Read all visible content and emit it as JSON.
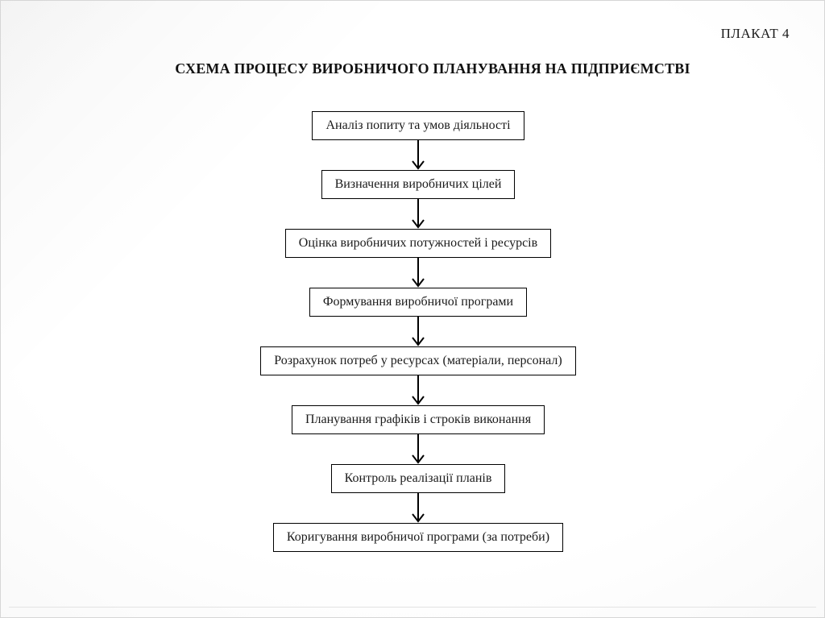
{
  "slide": {
    "corner_label": "ПЛАКАТ 4",
    "title": "СХЕМА ПРОЦЕСУ ВИРОБНИЧОГО ПЛАНУВАННЯ НА ПІДПРИЄМСТВІ"
  },
  "flowchart": {
    "direction": "top-down",
    "steps": [
      {
        "label": "Аналіз попиту та умов діяльності"
      },
      {
        "label": "Визначення виробничих цілей"
      },
      {
        "label": "Оцінка виробничих потужностей і ресурсів"
      },
      {
        "label": "Формування виробничої програми"
      },
      {
        "label": "Розрахунок потреб у ресурсах (матеріали, персонал)"
      },
      {
        "label": "Планування графіків і строків виконання"
      },
      {
        "label": "Контроль реалізації планів"
      },
      {
        "label": "Коригування виробничої програми (за потреби)"
      }
    ]
  },
  "colors": {
    "box_border": "#000000",
    "box_fill": "#ffffff",
    "text": "#1a1a1a",
    "arrow": "#000000",
    "background_center": "#ffffff",
    "background_edge": "#eaeaea"
  }
}
